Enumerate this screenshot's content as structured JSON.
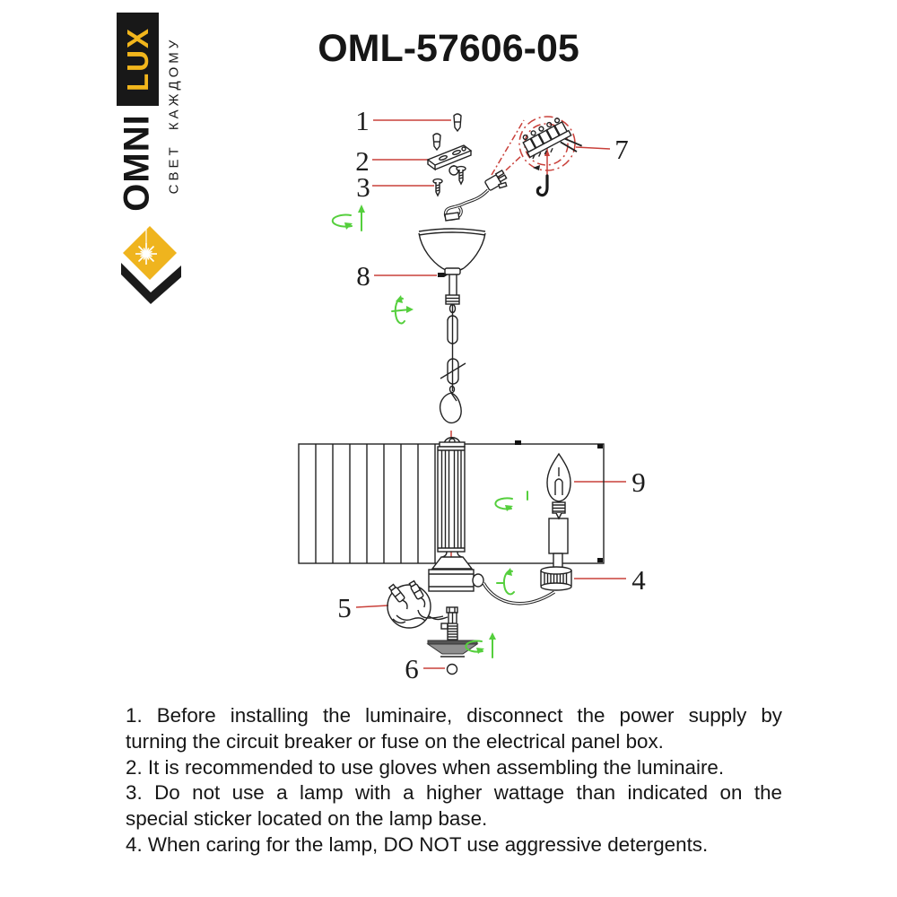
{
  "logo": {
    "brand_top": "LUX",
    "brand_bottom": "OMNI",
    "tagline": "СВЕТ КАЖДОМУ",
    "brand_yellow": "#f2b61c",
    "brand_black": "#181818"
  },
  "title": "OML-57606-05",
  "diagram": {
    "labels": [
      "1",
      "2",
      "3",
      "7",
      "8",
      "9",
      "4",
      "5",
      "6"
    ],
    "colors": {
      "leader_red": "#c9403a",
      "rotate_green": "#55cf3d",
      "line_black": "#222222"
    }
  },
  "instructions": {
    "lines": [
      "1. Before installing the luminaire, disconnect the power supply by",
      "turning the circuit breaker or fuse on the electrical panel box.",
      "2. It is recommended to use gloves when assembling the luminaire.",
      "3. Do not use a lamp with a higher wattage than indicated on the",
      "special sticker located on the lamp base.",
      "4. When caring for the lamp, DO NOT use aggressive detergents."
    ]
  }
}
